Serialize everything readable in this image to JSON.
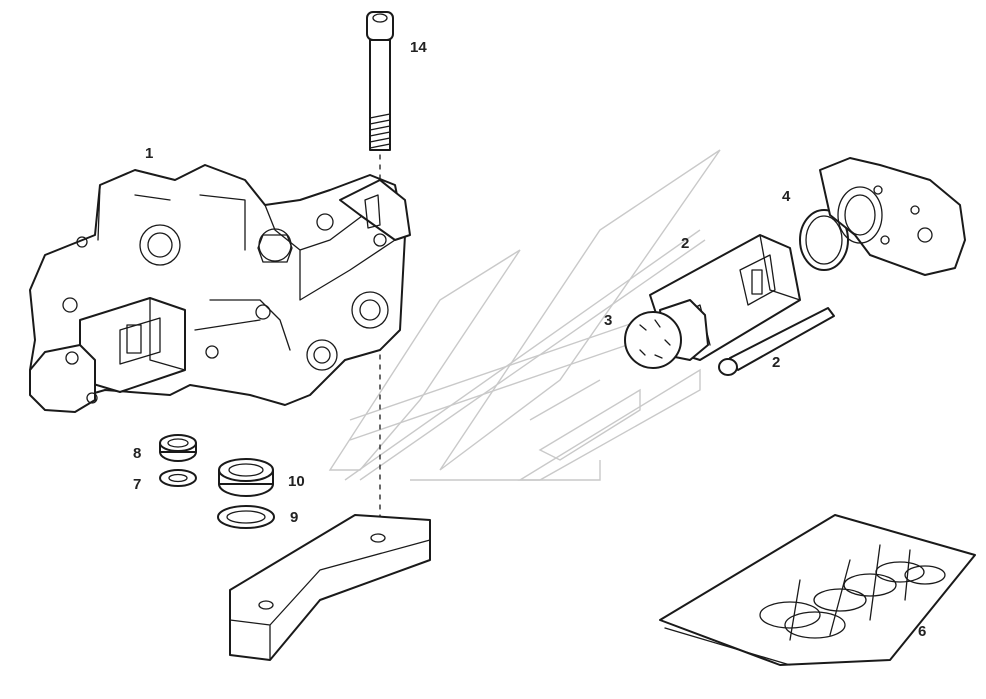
{
  "diagram": {
    "callouts": [
      {
        "id": "c14",
        "text": "14"
      },
      {
        "id": "c1",
        "text": "1"
      },
      {
        "id": "c2a",
        "text": "2"
      },
      {
        "id": "c2b",
        "text": "2"
      },
      {
        "id": "c3",
        "text": "3"
      },
      {
        "id": "c4",
        "text": "4"
      },
      {
        "id": "c8",
        "text": "8"
      },
      {
        "id": "c7",
        "text": "7"
      },
      {
        "id": "c10",
        "text": "10"
      },
      {
        "id": "c9",
        "text": "9"
      },
      {
        "id": "c6",
        "text": "6"
      }
    ]
  }
}
